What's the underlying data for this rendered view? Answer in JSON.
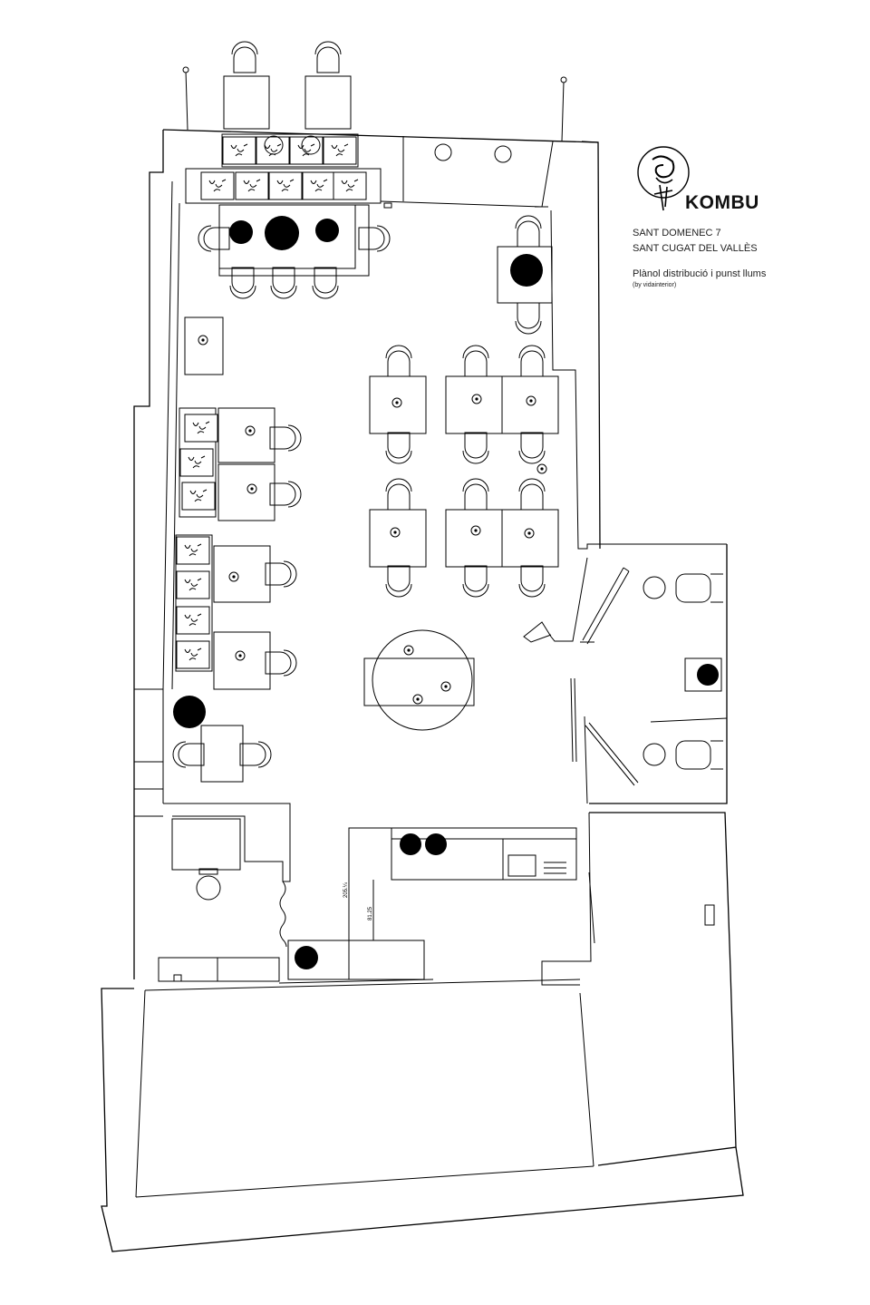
{
  "legend": {
    "brand": "KOMBU",
    "address_line1": "SANT DOMENEC 7",
    "address_line2": "SANT CUGAT DEL VALLÈS",
    "description": "Plànol distribució i punst llums",
    "credit": "(by vidainterior)"
  },
  "dimensions": {
    "counter_width": "205.¼",
    "counter_depth": "81.25"
  },
  "icons": {
    "plant": "plant-decor-icon",
    "pendant_light": "pendant-light-icon",
    "spot_light": "spot-light-icon",
    "chair": "chair-icon",
    "toilet": "toilet-icon",
    "sink": "sink-icon",
    "stove": "stove-burner-icon"
  },
  "colors": {
    "line": "#000000",
    "background": "#ffffff"
  }
}
